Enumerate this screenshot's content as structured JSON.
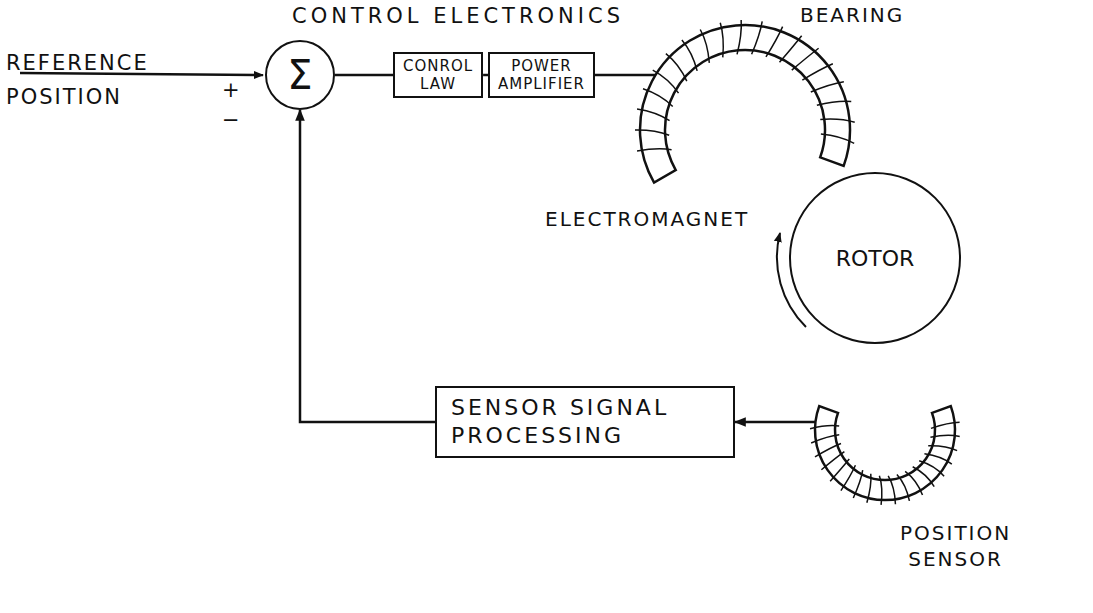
{
  "diagram": {
    "title": "CONTROL ELECTRONICS",
    "nodes": [
      {
        "text": [
          "Σ"
        ]
      },
      {
        "text": [
          "CONROL LAW"
        ]
      },
      {
        "text": [
          "POWER AMPLIFIER"
        ]
      },
      {
        "text": [
          "BEARING",
          "ELECTROMAGNET"
        ]
      },
      {
        "text": [
          "ROTOR"
        ]
      },
      {
        "text": [
          "SENSOR SIGNAL PROCESSING"
        ]
      },
      {
        "text": [
          "POSITION SENSOR"
        ]
      }
    ],
    "edges": [
      {
        "from": 0,
        "to": 1,
        "arrow": "none"
      },
      {
        "from": 1,
        "to": 2,
        "arrow": "none"
      },
      {
        "from": 2,
        "to": 3,
        "arrow": "none"
      },
      {
        "from": 6,
        "to": 5,
        "arrow": "to"
      },
      {
        "from": 5,
        "to": 0,
        "arrow": "to"
      }
    ],
    "labels": [
      "REFERENCE POSITION",
      "+",
      "−"
    ]
  }
}
